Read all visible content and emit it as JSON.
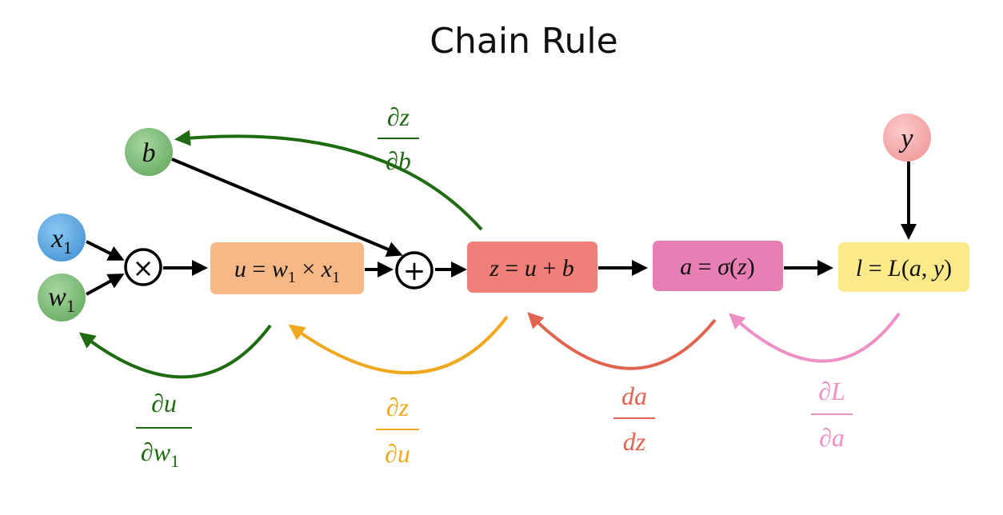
{
  "title": "Chain Rule",
  "colors": {
    "input_blue": "#5aa6e0",
    "param_green": "#7cbd78",
    "label_green": "#1f6b12",
    "mult_box": "#f6b886",
    "add_box": "#ef7f78",
    "sigmoid_box": "#e77eb4",
    "loss_box": "#fbe98a",
    "target_pink": "#f6a9a9",
    "orange": "#f0a91e",
    "red": "#e06450",
    "pink": "#ee8fc6"
  },
  "nodes": {
    "x1": {
      "base": "x",
      "sub": "1"
    },
    "w1": {
      "base": "w",
      "sub": "1"
    },
    "b": {
      "text": "b"
    },
    "y": {
      "text": "y"
    },
    "multiply_op": {
      "symbol": "×"
    },
    "add_op": {
      "symbol": "+"
    },
    "u_box": {
      "lhs": "u",
      "eq": " = ",
      "w": "w",
      "w_sub": "1",
      "times": " × ",
      "x": "x",
      "x_sub": "1"
    },
    "z_box": {
      "z": "z",
      "eq": " = ",
      "u": "u",
      "plus": " + ",
      "b": "b"
    },
    "a_box": {
      "a": "a",
      "eq": " = ",
      "sigma": "σ",
      "lp": "(",
      "z": "z",
      "rp": ")"
    },
    "l_box": {
      "l": "l",
      "eq": " = ",
      "L": "L",
      "lp": "(",
      "a": "a",
      "comma": ", ",
      "y": "y",
      "rp": ")"
    }
  },
  "gradients": {
    "dz_db": {
      "num": "∂z",
      "den": "∂b"
    },
    "du_dw1": {
      "num": "∂u",
      "den": "∂w",
      "den_sub": "1"
    },
    "dz_du": {
      "num": "∂z",
      "den": "∂u"
    },
    "da_dz": {
      "num": "da",
      "den": "dz"
    },
    "dL_da": {
      "num": "∂L",
      "den": "∂a"
    }
  }
}
